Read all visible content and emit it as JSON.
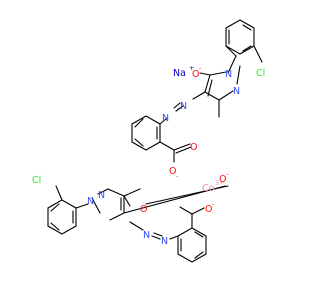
{
  "atoms": {
    "na": "Na",
    "o_top": "O",
    "n1": "N",
    "n2": "N",
    "cl_top": "Cl",
    "azo_top_a": "N",
    "azo_top_b": "N",
    "o_carb_top": "O",
    "o_carb_top_minus": "O",
    "co": "Co",
    "o_right": "O",
    "cl_bot": "Cl",
    "n3": "N",
    "n4": "N",
    "o_carb_bot_a": "O",
    "o_carb_bot_b": "O",
    "azo_bot_a": "N",
    "azo_bot_b": "N"
  },
  "charges": {
    "na": "+",
    "o_top": "-",
    "o_carb_top": "-",
    "co": "3+",
    "o_right": "-",
    "o_carb_bot": "-"
  },
  "colors": {
    "bond": "#000000",
    "nitrogen": "#3050f8",
    "oxygen": "#ff0d0d",
    "chlorine": "#1ff01f",
    "sodium": "#0000cc",
    "cobalt": "#f090a0"
  }
}
